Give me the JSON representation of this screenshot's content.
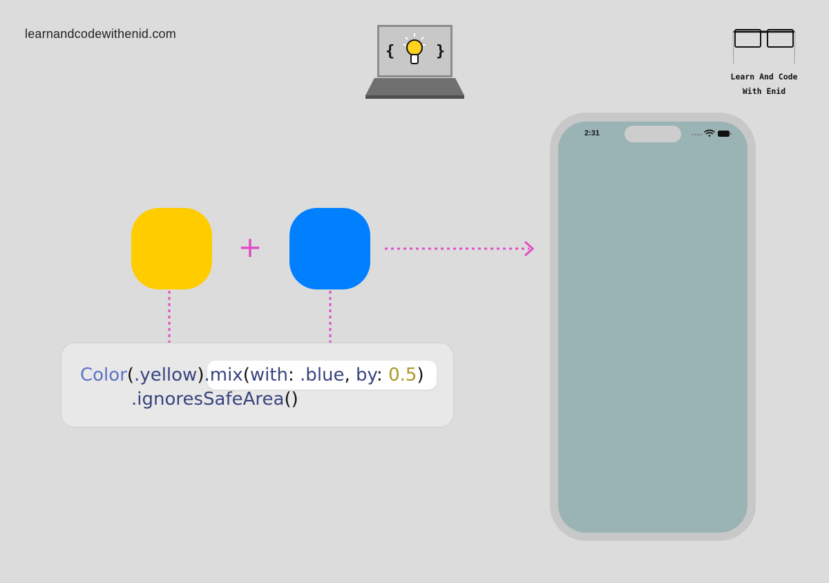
{
  "header": {
    "website": "learnandcodewithenid.com",
    "brand_line1": "Learn And Code",
    "brand_line2": "With Enid",
    "laptop_icon": "laptop-lightbulb-code-icon",
    "glasses_icon": "glasses-icon",
    "laptop_glyph_open": "{",
    "laptop_glyph_close": "}"
  },
  "diagram": {
    "swatch_left_color": "#FFCC00",
    "swatch_right_color": "#0080FF",
    "plus_symbol": "+",
    "connector_color": "#E24CC6"
  },
  "code": {
    "line1": {
      "color_kw": "Color",
      "paren_open": "(",
      "yellow": ".yellow",
      "paren_close": ")",
      "mix": ".mix",
      "paren_open2": "(",
      "with_label": "with",
      "colon1": ":",
      "blue": " .blue",
      "comma": ",",
      "by_label": " by",
      "colon2": ":",
      "amount": " 0.5",
      "paren_close2": ")"
    },
    "line2": {
      "modifier": ".ignoresSafeArea",
      "parens": "()"
    }
  },
  "phone": {
    "time": "2:31",
    "screen_color": "#9AB3B5",
    "wifi_icon": "wifi-icon",
    "battery_icon": "battery-icon",
    "signal_icon": "signal-dots-icon"
  }
}
